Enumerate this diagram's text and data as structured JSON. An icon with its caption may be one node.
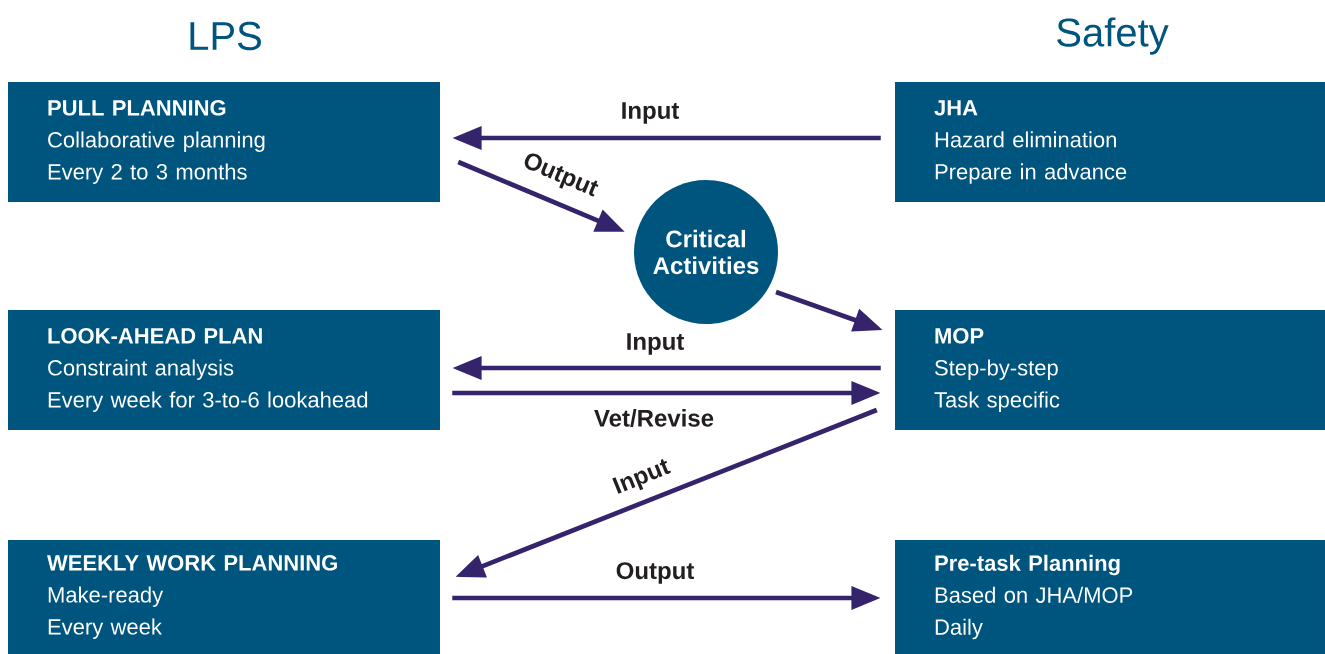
{
  "diagram": {
    "nodes": [
      {
        "text": [
          "PULL PLANNING",
          "Collaborative planning",
          "Every 2 to 3 months"
        ]
      },
      {
        "text": [
          "JHA",
          "Hazard elimination",
          "Prepare in advance"
        ]
      },
      {
        "text": [
          "Critical Activities"
        ]
      },
      {
        "text": [
          "LOOK-AHEAD PLAN",
          "Constraint analysis",
          "Every week for 3-to-6 lookahead"
        ]
      },
      {
        "text": [
          "MOP",
          "Step-by-step",
          "Task specific"
        ]
      },
      {
        "text": [
          "WEEKLY WORK PLANNING",
          "Make-ready",
          "Every week"
        ]
      },
      {
        "text": [
          "Pre-task Planning",
          "Based on JHA/MOP",
          "Daily"
        ]
      }
    ],
    "edges": [
      {
        "from": 1,
        "to": 0,
        "arrow": "to",
        "label": "Input"
      },
      {
        "from": 0,
        "to": 2,
        "arrow": "to",
        "label": "Output"
      },
      {
        "from": 2,
        "to": 4,
        "arrow": "to"
      },
      {
        "from": 4,
        "to": 3,
        "arrow": "to",
        "label": "Input"
      },
      {
        "from": 3,
        "to": 4,
        "arrow": "to",
        "label": "Vet/Revise"
      },
      {
        "from": 4,
        "to": 5,
        "arrow": "to",
        "label": "Input"
      },
      {
        "from": 5,
        "to": 6,
        "arrow": "to",
        "label": "Output"
      }
    ],
    "labels": [
      "LPS",
      "Safety"
    ]
  }
}
